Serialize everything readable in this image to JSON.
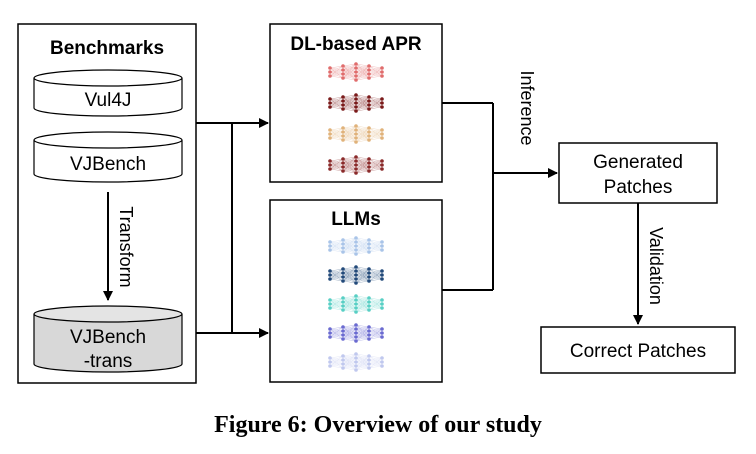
{
  "benchmarks": {
    "title": "Benchmarks",
    "items": [
      "Vul4J",
      "VJBench"
    ],
    "transform_label": "Transform",
    "trans_dataset": [
      "VJBench",
      "-trans"
    ]
  },
  "dl_apr": {
    "title": "DL-based APR",
    "colors": [
      "#e06c6c",
      "#7a1a1a",
      "#e0b27a",
      "#8a2a2a"
    ]
  },
  "llms": {
    "title": "LLMs",
    "colors": [
      "#a9c4e8",
      "#234a7a",
      "#58cfc4",
      "#6a6ad0",
      "#c0c8ee"
    ]
  },
  "flow": {
    "inference_label": "Inference",
    "generated": [
      "Generated",
      "Patches"
    ],
    "validation_label": "Validation",
    "correct": "Correct Patches"
  },
  "caption": "Figure 6: Overview of our study"
}
